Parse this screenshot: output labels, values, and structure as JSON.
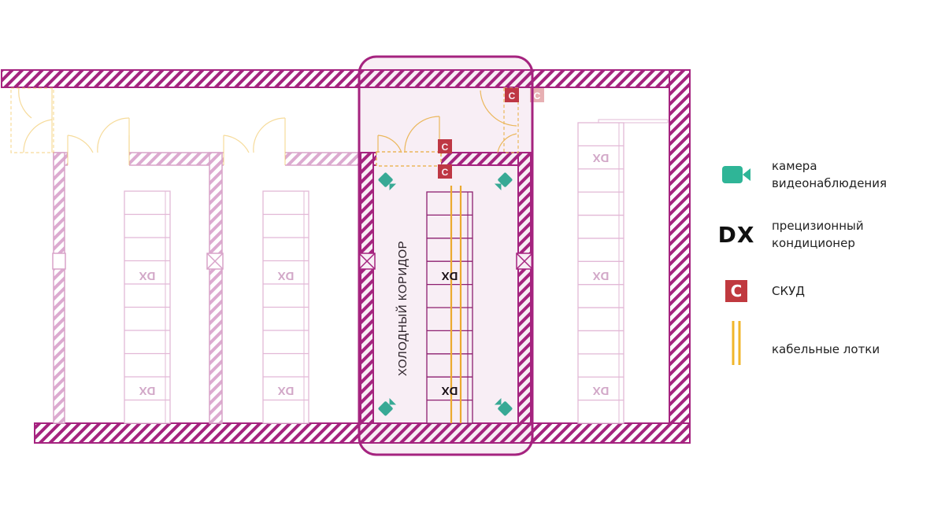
{
  "colors": {
    "wall": "#a5237f",
    "wall_faded": "#d8a3c9",
    "rack_line": "#8b1e6e",
    "rack_line_faded": "#e2b8d6",
    "door": "#f1c45a",
    "camera": "#2fb597",
    "skud": "#c0393f",
    "skud_faded": "#e7b0b3",
    "cable_tray": "#f1b62a",
    "highlight": "#a5237f"
  },
  "plan": {
    "corridor_label": "ХОЛОДНЫЙ КОРИДОР",
    "rack_label": "DX",
    "skud_label": "C"
  },
  "legend": {
    "camera": {
      "icon": "video-camera-icon",
      "label": "камера видеонаблюдения"
    },
    "dx": {
      "symbol": "DX",
      "label": "прецизионный кондиционер"
    },
    "skud": {
      "symbol": "C",
      "label": "СКУД"
    },
    "cable": {
      "icon": "cable-tray-icon",
      "label": "кабельные лотки"
    }
  }
}
